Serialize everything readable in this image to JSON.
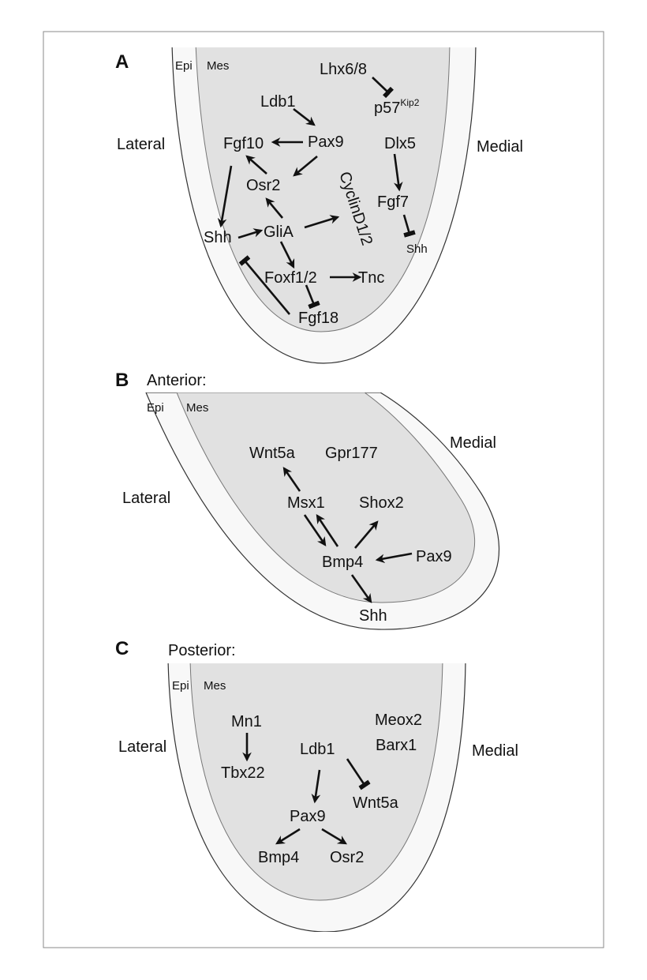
{
  "panels": {
    "a": {
      "letter": "A",
      "epi": "Epi",
      "mes": "Mes",
      "lateral": "Lateral",
      "medial": "Medial",
      "genes": {
        "lhx68": "Lhx6/8",
        "p57": "p57",
        "p57_sup": "Kip2",
        "ldb1": "Ldb1",
        "fgf10": "Fgf10",
        "pax9": "Pax9",
        "dlx5": "Dlx5",
        "osr2": "Osr2",
        "cyclin": "CyclinD1/2",
        "fgf7": "Fgf7",
        "shh": "Shh",
        "glia": "GliA",
        "shh_medial": "Shh",
        "foxf": "Foxf1/2",
        "tnc": "Tnc",
        "fgf18": "Fgf18"
      }
    },
    "b": {
      "letter": "B",
      "subtitle": "Anterior:",
      "epi": "Epi",
      "mes": "Mes",
      "lateral": "Lateral",
      "medial": "Medial",
      "genes": {
        "wnt5a": "Wnt5a",
        "gpr177": "Gpr177",
        "msx1": "Msx1",
        "shox2": "Shox2",
        "bmp4": "Bmp4",
        "pax9": "Pax9",
        "shh": "Shh"
      }
    },
    "c": {
      "letter": "C",
      "subtitle": "Posterior:",
      "epi": "Epi",
      "mes": "Mes",
      "lateral": "Lateral",
      "medial": "Medial",
      "genes": {
        "mn1": "Mn1",
        "tbx22": "Tbx22",
        "ldb1": "Ldb1",
        "meox2": "Meox2",
        "barx1": "Barx1",
        "wnt5a": "Wnt5a",
        "pax9": "Pax9",
        "bmp4": "Bmp4",
        "osr2": "Osr2"
      }
    }
  }
}
